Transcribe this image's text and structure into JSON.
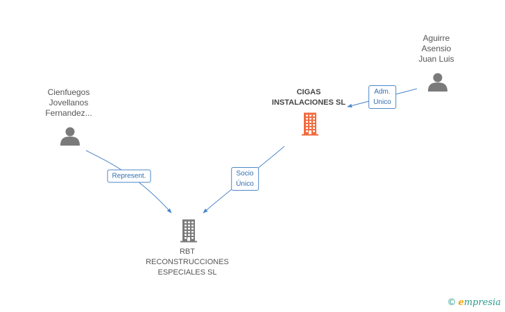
{
  "nodes": [
    {
      "id": "aguirre",
      "type": "person",
      "label": "Aguirre\nAsensio\nJuan Luis"
    },
    {
      "id": "cienfuegos",
      "type": "person",
      "label": "Cienfuegos\nJovellanos\nFernandez..."
    },
    {
      "id": "cigas",
      "type": "company",
      "label": "CIGAS\nINSTALACIONES SL",
      "highlight": true
    },
    {
      "id": "rbt",
      "type": "company",
      "label": "RBT\nRECONSTRUCCIONES\nESPECIALES SL",
      "highlight": false
    }
  ],
  "edges": [
    {
      "from": "aguirre",
      "to": "cigas",
      "label": "Adm.\nUnico"
    },
    {
      "from": "cienfuegos",
      "to": "rbt",
      "label": "Represent."
    },
    {
      "from": "cigas",
      "to": "rbt",
      "label": "Socio\nÚnico"
    }
  ],
  "colors": {
    "edge": "#4a86c8",
    "person_icon": "#7a7a7a",
    "company_icon": "#7a7a7a",
    "company_highlight": "#f26a3d"
  },
  "icons": {
    "person": "person-icon",
    "company": "building-icon"
  },
  "watermark": {
    "copyright": "©",
    "brand_initial": "e",
    "brand_rest": "mpresia"
  }
}
